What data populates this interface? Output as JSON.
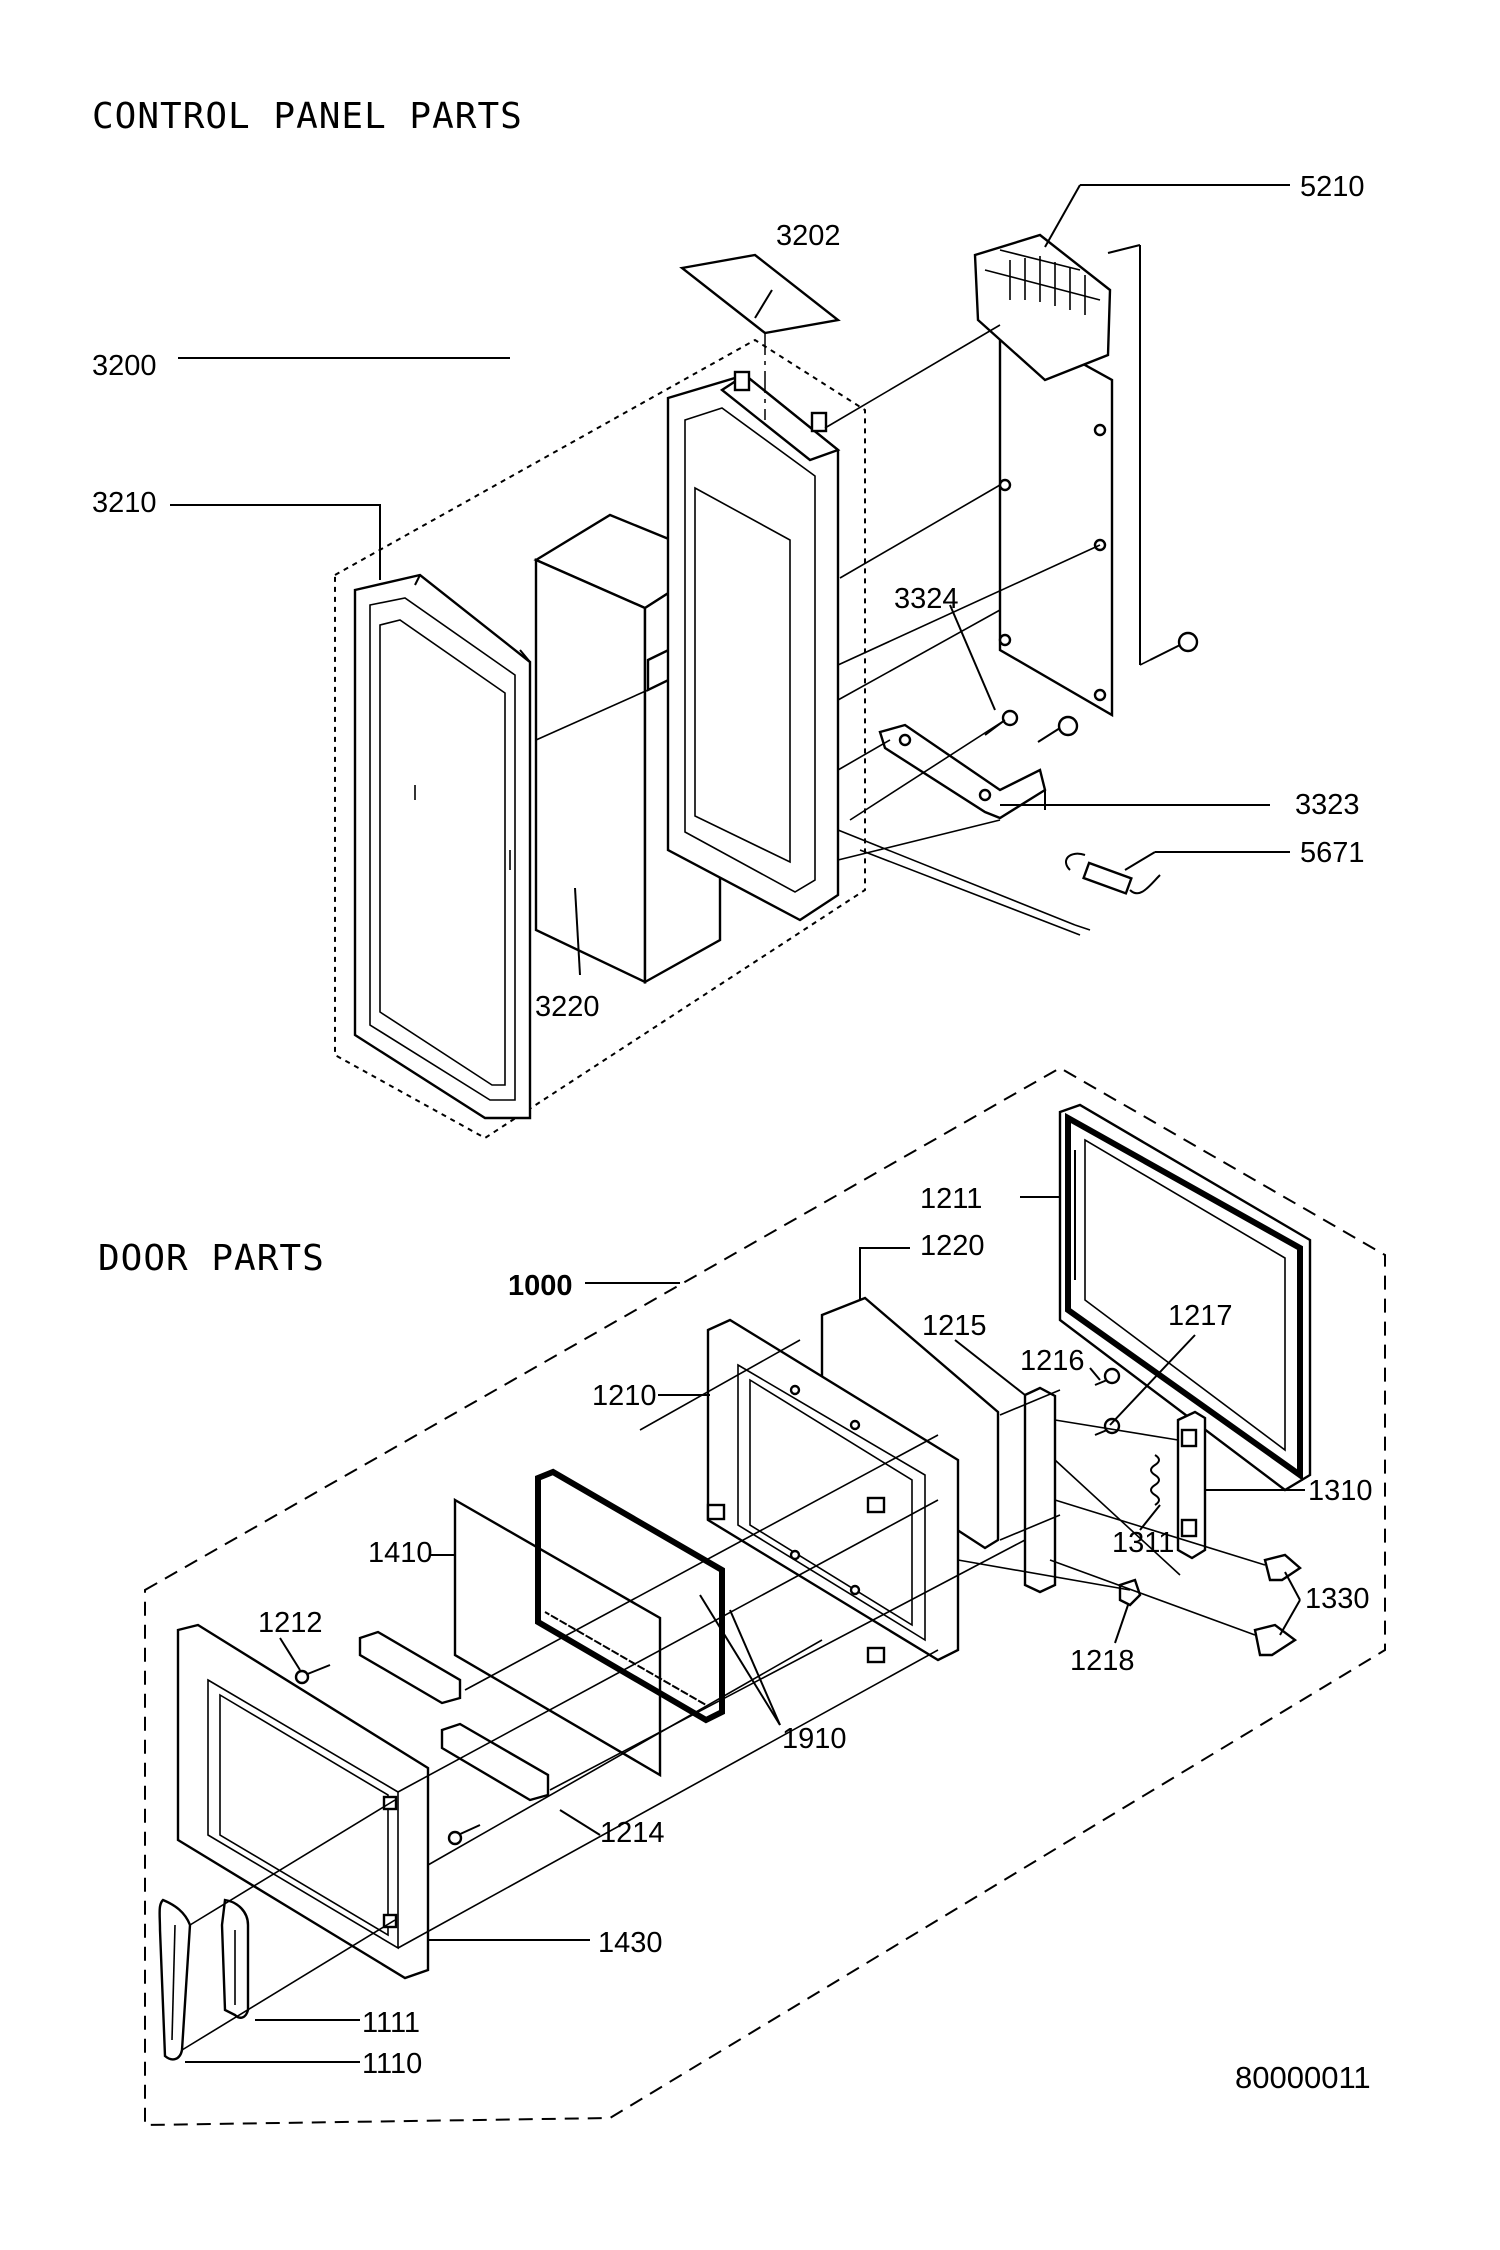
{
  "sections": {
    "control_panel": {
      "title": "CONTROL PANEL PARTS",
      "labels": {
        "p3200": "3200",
        "p3202": "3202",
        "p3210": "3210",
        "p3220": "3220",
        "p3323": "3323",
        "p3324": "3324",
        "p5210": "5210",
        "p5671": "5671"
      }
    },
    "door": {
      "title": "DOOR PARTS",
      "labels": {
        "p1000": "1000",
        "p1110": "1110",
        "p1111": "1111",
        "p1210": "1210",
        "p1211": "1211",
        "p1212": "1212",
        "p1214": "1214",
        "p1215": "1215",
        "p1216": "1216",
        "p1217": "1217",
        "p1218": "1218",
        "p1220": "1220",
        "p1310": "1310",
        "p1311": "1311",
        "p1330": "1330",
        "p1410": "1410",
        "p1430": "1430",
        "p1910": "1910"
      }
    }
  },
  "document_number": "80000011"
}
